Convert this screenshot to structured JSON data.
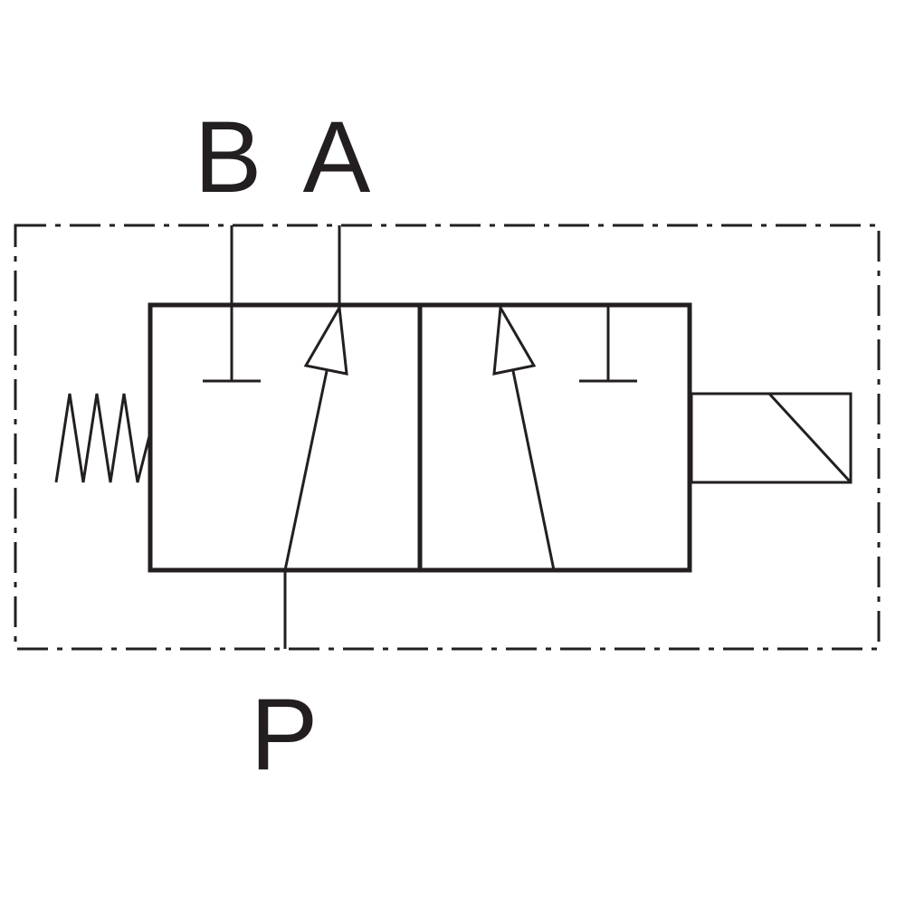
{
  "ports": {
    "b": "B",
    "a": "A",
    "p": "P"
  },
  "colors": {
    "line": "#231f20",
    "background": "#ffffff"
  }
}
